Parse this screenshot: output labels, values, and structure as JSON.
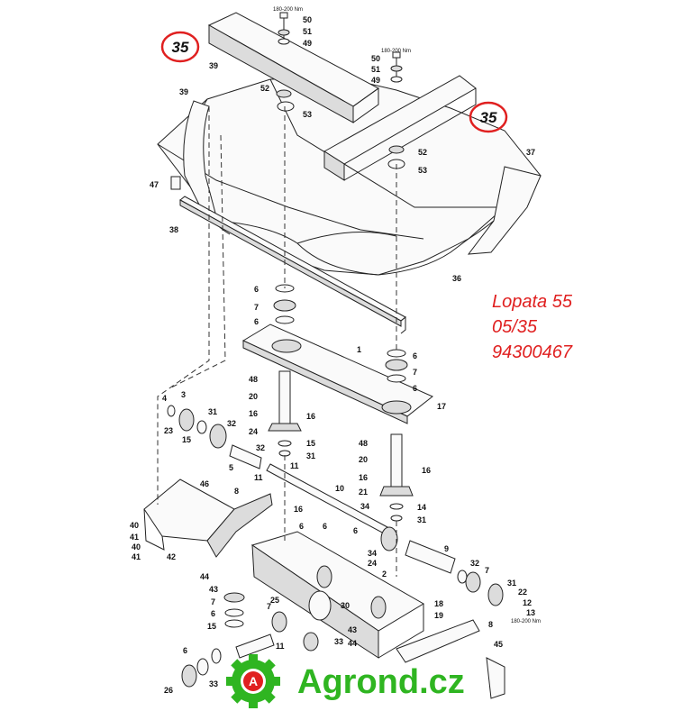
{
  "callouts": [
    "35",
    "35"
  ],
  "info": {
    "line1": "Lopata 55",
    "line2": "05/35",
    "line3": "94300467"
  },
  "brand": {
    "name": "Agrond.cz",
    "logo_letter": "A"
  },
  "torques": [
    "180-200 Nm",
    "180-200 Nm",
    "180-200 Nm"
  ],
  "part_labels": [
    "50",
    "51",
    "49",
    "39",
    "52",
    "53",
    "50",
    "51",
    "49",
    "39",
    "52",
    "53",
    "37",
    "47",
    "38",
    "36",
    "6",
    "7",
    "6",
    "1",
    "6",
    "7",
    "6",
    "48",
    "20",
    "16",
    "16",
    "17",
    "4",
    "3",
    "31",
    "32",
    "23",
    "15",
    "24",
    "15",
    "31",
    "5",
    "32",
    "11",
    "11",
    "10",
    "46",
    "8",
    "48",
    "20",
    "16",
    "16",
    "21",
    "14",
    "31",
    "34",
    "16",
    "40",
    "41",
    "40",
    "41",
    "42",
    "6",
    "6",
    "6",
    "34",
    "24",
    "9",
    "32",
    "7",
    "22",
    "31",
    "12",
    "13",
    "44",
    "43",
    "7",
    "6",
    "15",
    "2",
    "25",
    "30",
    "18",
    "19",
    "8",
    "45",
    "7",
    "11",
    "43",
    "44",
    "33",
    "6",
    "26",
    "33"
  ],
  "colors": {
    "callout_ring": "#e02020",
    "info_text": "#e02020",
    "brand_green": "#2fb521",
    "logo_red": "#e02020"
  }
}
